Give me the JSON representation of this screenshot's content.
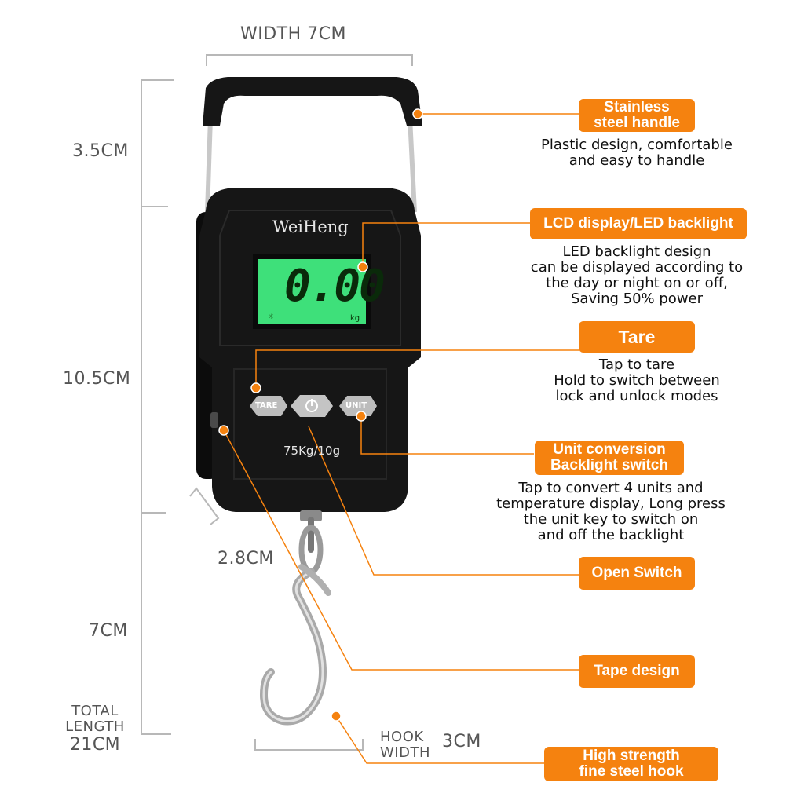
{
  "dimensions": {
    "width_top": "WIDTH 7CM",
    "handle_height": "3.5CM",
    "body_height": "10.5CM",
    "depth": "2.8CM",
    "hook_height": "7CM",
    "total_line1": "TOTAL",
    "total_line2": "LENGTH",
    "total_line3": "21CM",
    "hook_width_line1": "HOOK",
    "hook_width_line2": "WIDTH",
    "hook_width_value": "3CM"
  },
  "device": {
    "brand": "WeiHeng",
    "lcd_value": "0.00",
    "lcd_unit": "kg",
    "capacity": "75Kg/10g",
    "btn_tare": "TARE",
    "btn_unit": "UNIT"
  },
  "features": [
    {
      "title_line1": "Stainless",
      "title_line2": "steel handle",
      "desc": [
        "Plastic design, comfortable",
        "and easy to handle"
      ]
    },
    {
      "title_line1": "LCD display/LED backlight",
      "desc": [
        "LED backlight design",
        "can be displayed according to",
        "the day or night on or off,",
        "Saving 50% power"
      ]
    },
    {
      "title_line1": "Tare",
      "desc": [
        "Tap to tare",
        "Hold to switch between",
        "lock and unlock modes"
      ]
    },
    {
      "title_line1": "Unit conversion",
      "title_line2": "Backlight switch",
      "desc": [
        "Tap to convert 4 units and",
        "temperature display, Long press",
        "the unit key to switch on",
        "and off the backlight"
      ]
    },
    {
      "title_line1": "Open Switch"
    },
    {
      "title_line1": "Tape design"
    },
    {
      "title_line1": "High strength",
      "title_line2": "fine steel hook"
    }
  ],
  "colors": {
    "accent": "#f5820f",
    "lcd": "#3ee07a",
    "body": "#161616"
  }
}
